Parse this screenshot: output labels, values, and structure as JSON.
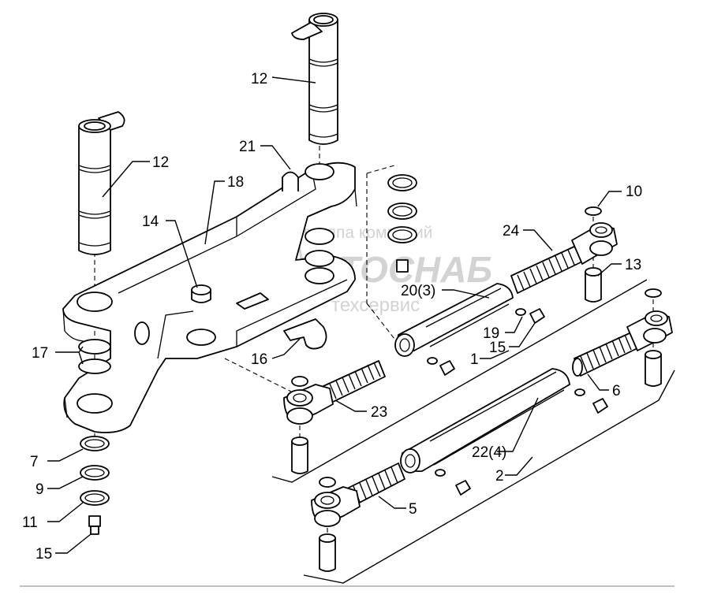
{
  "watermark": {
    "line1": "группа компаний",
    "line2": "АВТОСНАБ",
    "line3": "техсервис"
  },
  "labels": [
    {
      "id": "12a",
      "text": "12"
    },
    {
      "id": "12b",
      "text": "12"
    },
    {
      "id": "21",
      "text": "21"
    },
    {
      "id": "18",
      "text": "18"
    },
    {
      "id": "14",
      "text": "14"
    },
    {
      "id": "17",
      "text": "17"
    },
    {
      "id": "16",
      "text": "16"
    },
    {
      "id": "7",
      "text": "7"
    },
    {
      "id": "9",
      "text": "9"
    },
    {
      "id": "11",
      "text": "11"
    },
    {
      "id": "15a",
      "text": "15"
    },
    {
      "id": "10",
      "text": "10"
    },
    {
      "id": "24",
      "text": "24"
    },
    {
      "id": "13",
      "text": "13"
    },
    {
      "id": "20",
      "text": "20(3)"
    },
    {
      "id": "19",
      "text": "19"
    },
    {
      "id": "15b",
      "text": "15"
    },
    {
      "id": "1",
      "text": "1"
    },
    {
      "id": "6",
      "text": "6"
    },
    {
      "id": "23",
      "text": "23"
    },
    {
      "id": "22",
      "text": "22(4)"
    },
    {
      "id": "2",
      "text": "2"
    },
    {
      "id": "5",
      "text": "5"
    }
  ]
}
